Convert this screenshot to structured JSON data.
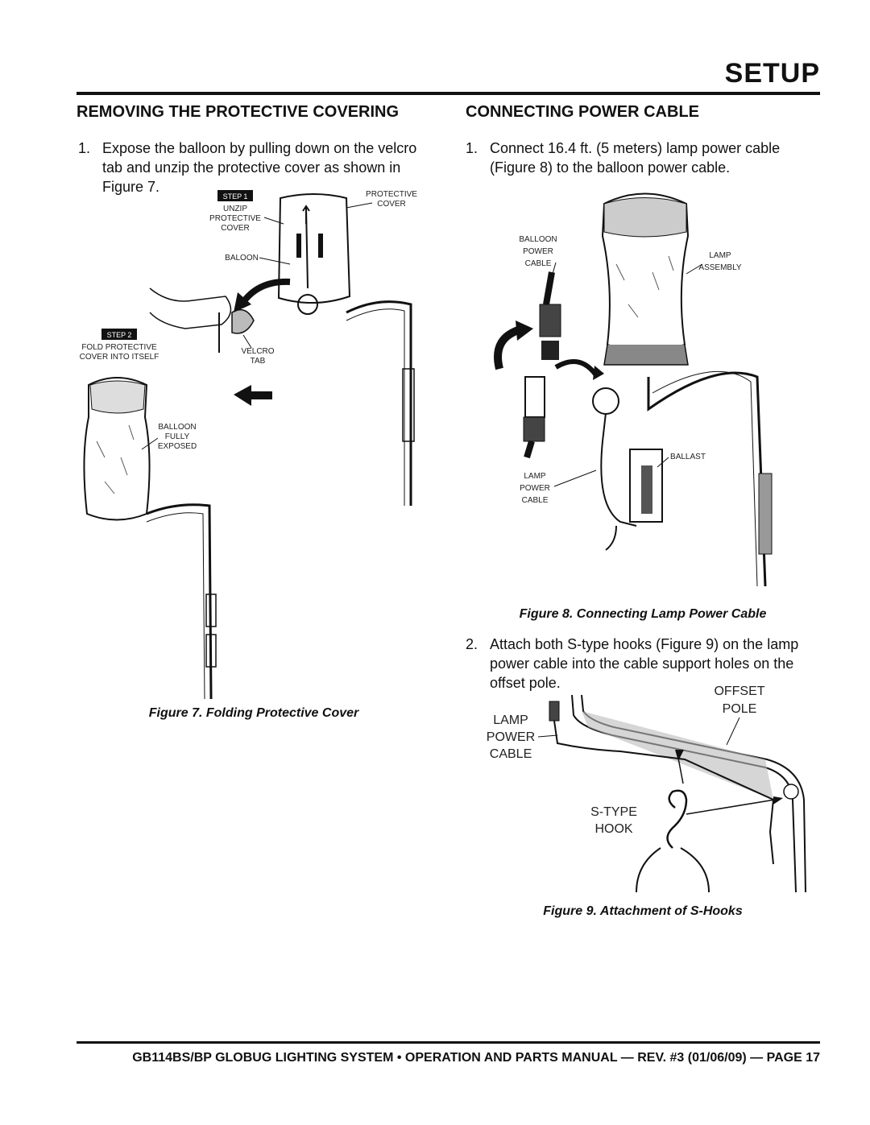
{
  "header": {
    "title": "SETUP"
  },
  "left": {
    "heading": "REMOVING THE PROTECTIVE COVERING",
    "step1_num": "1.",
    "step1_text": "Expose the balloon by pulling down on the velcro tab and unzip the protective cover as shown in Figure 7.",
    "fig7": {
      "step1_badge": "STEP 1",
      "unzip_label": [
        "UNZIP",
        "PROTECTIVE",
        "COVER"
      ],
      "protective_cover_label": [
        "PROTECTIVE",
        "COVER"
      ],
      "baloon_label": "BALOON",
      "step2_badge": "STEP 2",
      "fold_label": [
        "FOLD PROTECTIVE",
        "COVER INTO ITSELF"
      ],
      "velcro_label": [
        "VELCRO",
        "TAB"
      ],
      "balloon_exposed_label": [
        "BALLOON",
        "FULLY",
        "EXPOSED"
      ],
      "caption": "Figure 7. Folding Protective Cover"
    }
  },
  "right": {
    "heading": "CONNECTING POWER CABLE",
    "step1_num": "1.",
    "step1_text": "Connect 16.4 ft. (5 meters) lamp power cable (Figure 8) to the balloon power cable.",
    "fig8": {
      "balloon_power_cable_label": [
        "BALLOON",
        "POWER",
        "CABLE"
      ],
      "lamp_assembly_label": [
        "LAMP",
        "ASSEMBLY"
      ],
      "ballast_label": "BALLAST",
      "lamp_power_cable_label": [
        "LAMP",
        "POWER",
        "CABLE"
      ],
      "caption": "Figure 8. Connecting Lamp Power Cable"
    },
    "step2_num": "2.",
    "step2_text": "Attach both S-type hooks (Figure 9) on the lamp power cable into the cable support holes on the offset pole.",
    "fig9": {
      "offset_pole_label": [
        "OFFSET",
        "POLE"
      ],
      "lamp_power_cable_label": [
        "LAMP",
        "POWER",
        "CABLE"
      ],
      "s_type_hook_label": [
        "S-TYPE",
        "HOOK"
      ],
      "caption": "Figure 9. Attachment of S-Hooks"
    }
  },
  "footer": {
    "text": "GB114BS/BP GLOBUG LIGHTING SYSTEM • OPERATION AND PARTS MANUAL — REV. #3 (01/06/09) — PAGE 17"
  }
}
